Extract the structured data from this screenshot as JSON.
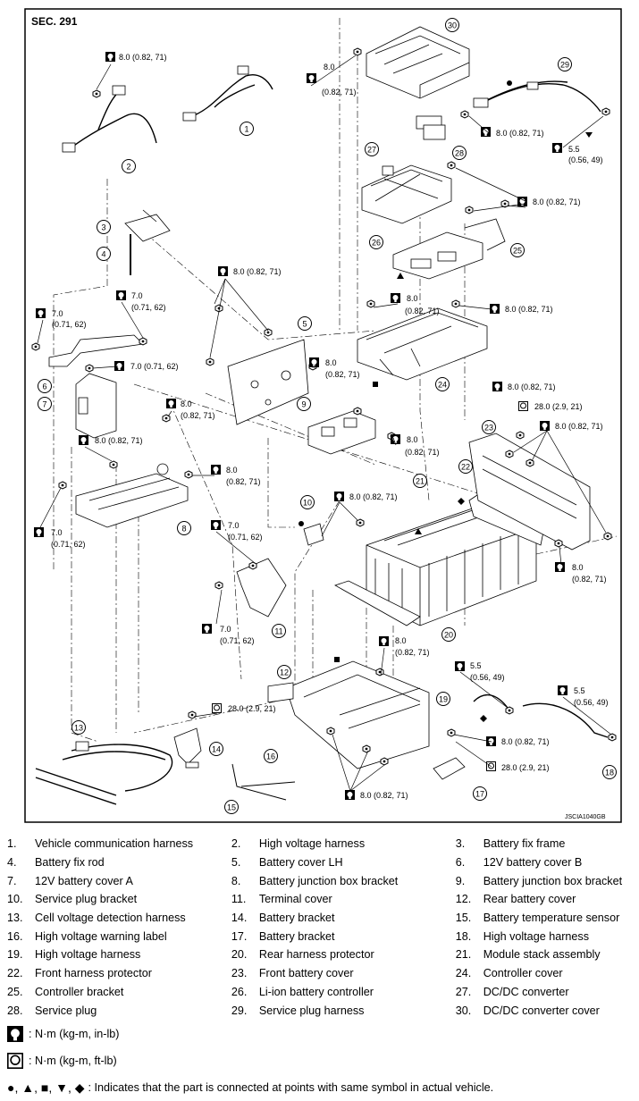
{
  "section": "SEC. 291",
  "code": "JSCIA1040GB",
  "callouts": [
    "8.0 (0.82, 71)",
    "8.0",
    "(0.82, 71)",
    "7.0",
    "(0.71, 62)",
    "7.0 (0.71, 62)",
    "28.0 (2.9, 21)",
    "5.5",
    "(0.56, 49)"
  ],
  "legend": [
    {
      "num": "1.",
      "name": "Vehicle communication harness"
    },
    {
      "num": "2.",
      "name": "High voltage harness"
    },
    {
      "num": "3.",
      "name": "Battery fix frame"
    },
    {
      "num": "4.",
      "name": "Battery fix rod"
    },
    {
      "num": "5.",
      "name": "Battery cover LH"
    },
    {
      "num": "6.",
      "name": "12V battery cover B"
    },
    {
      "num": "7.",
      "name": "12V battery cover A"
    },
    {
      "num": "8.",
      "name": "Battery junction box bracket"
    },
    {
      "num": "9.",
      "name": "Battery junction box bracket"
    },
    {
      "num": "10.",
      "name": "Service plug bracket"
    },
    {
      "num": "11.",
      "name": "Terminal cover"
    },
    {
      "num": "12.",
      "name": "Rear battery cover"
    },
    {
      "num": "13.",
      "name": "Cell voltage detection harness"
    },
    {
      "num": "14.",
      "name": "Battery bracket"
    },
    {
      "num": "15.",
      "name": "Battery temperature sensor"
    },
    {
      "num": "16.",
      "name": "High voltage warning label"
    },
    {
      "num": "17.",
      "name": "Battery bracket"
    },
    {
      "num": "18.",
      "name": "High voltage harness"
    },
    {
      "num": "19.",
      "name": "High voltage harness"
    },
    {
      "num": "20.",
      "name": "Rear harness protector"
    },
    {
      "num": "21.",
      "name": "Module stack assembly"
    },
    {
      "num": "22.",
      "name": "Front harness protector"
    },
    {
      "num": "23.",
      "name": "Front battery cover"
    },
    {
      "num": "24.",
      "name": "Controller cover"
    },
    {
      "num": "25.",
      "name": "Controller bracket"
    },
    {
      "num": "26.",
      "name": "Li-ion battery controller"
    },
    {
      "num": "27.",
      "name": "DC/DC converter"
    },
    {
      "num": "28.",
      "name": "Service plug"
    },
    {
      "num": "29.",
      "name": "Service plug harness"
    },
    {
      "num": "30.",
      "name": "DC/DC converter cover"
    }
  ],
  "notes": {
    "nm_kgm_inlb": ": N·m (kg-m, in-lb)",
    "nm_kgm_ftlb": ": N·m (kg-m, ft-lb)",
    "symbols": "●, ▲, ■, ▼, ◆",
    "symbols_text": ": Indicates that the part is connected at points with same symbol in actual vehicle."
  }
}
